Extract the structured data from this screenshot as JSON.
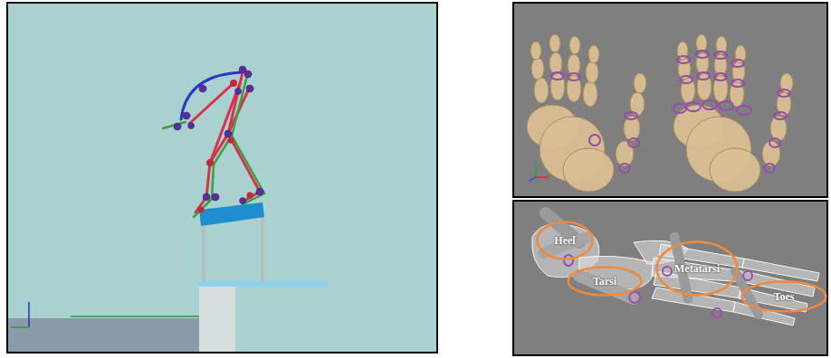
{
  "diagram": {
    "nodes": [
      {
        "text": [
          "Heel"
        ]
      },
      {
        "text": [
          "Tarsi"
        ]
      },
      {
        "text": [
          "Metatarsi"
        ]
      },
      {
        "text": [
          "Toes"
        ]
      }
    ]
  }
}
